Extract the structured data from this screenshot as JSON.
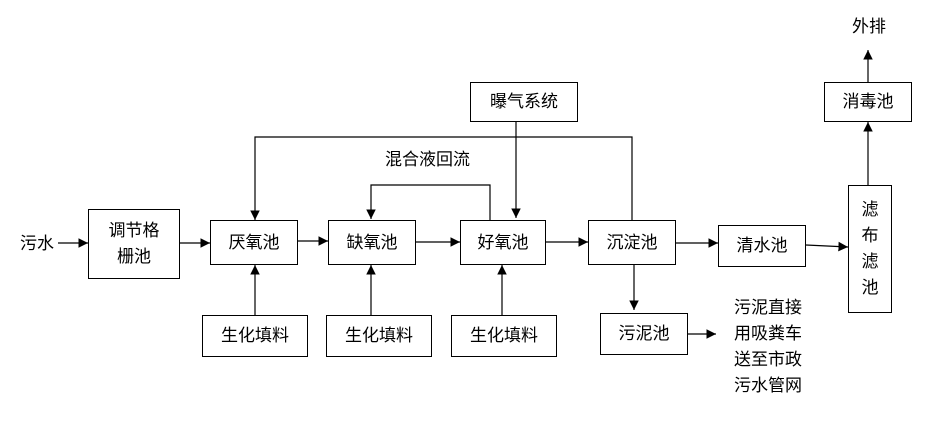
{
  "inputs": {
    "sewage": "污水"
  },
  "nodes": {
    "regulating_grid": "调节格\n栅池",
    "anaerobic": "厌氧池",
    "anoxic": "缺氧池",
    "aerobic": "好氧池",
    "sedimentation": "沉淀池",
    "clear_water": "清水池",
    "cloth_filter": "滤\n布\n滤\n池",
    "disinfection": "消毒池",
    "aeration_system": "曝气系统",
    "sludge_tank": "污泥池",
    "bio_fill_1": "生化填料",
    "bio_fill_2": "生化填料",
    "bio_fill_3": "生化填料"
  },
  "labels": {
    "mixed_liquor_return": "混合液回流",
    "discharge": "外排",
    "sludge_disposal": "污泥直接\n用吸粪车\n送至市政\n污水管网"
  }
}
